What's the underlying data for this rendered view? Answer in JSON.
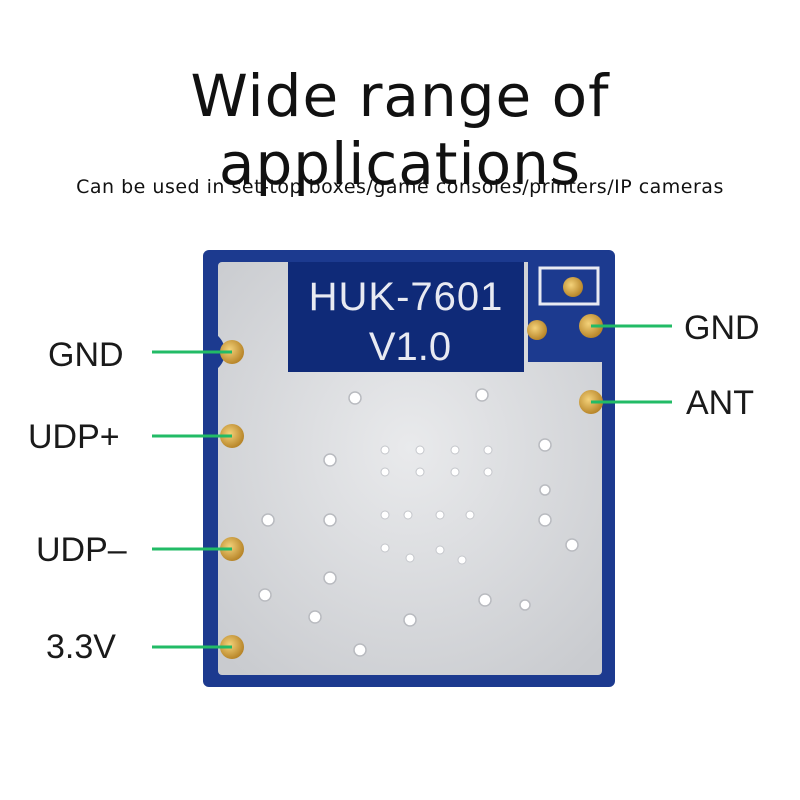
{
  "title": "Wide range of applications",
  "subtitle": "Can be used in set-top boxes/game consoles/printers/IP cameras",
  "module": {
    "model": "HUK-7601",
    "version": "V1.0"
  },
  "pins_left": [
    {
      "label": "GND"
    },
    {
      "label": "UDP+"
    },
    {
      "label": "UDP–"
    },
    {
      "label": "3.3V"
    }
  ],
  "pins_right": [
    {
      "label": "GND"
    },
    {
      "label": "ANT"
    }
  ],
  "colors": {
    "pcb_border": "#1c3a8f",
    "shield": "#dcdde0",
    "pad_gold": "#d9a93c",
    "leader_line": "#22bb66",
    "silkscreen_bg": "#0f2a78"
  }
}
